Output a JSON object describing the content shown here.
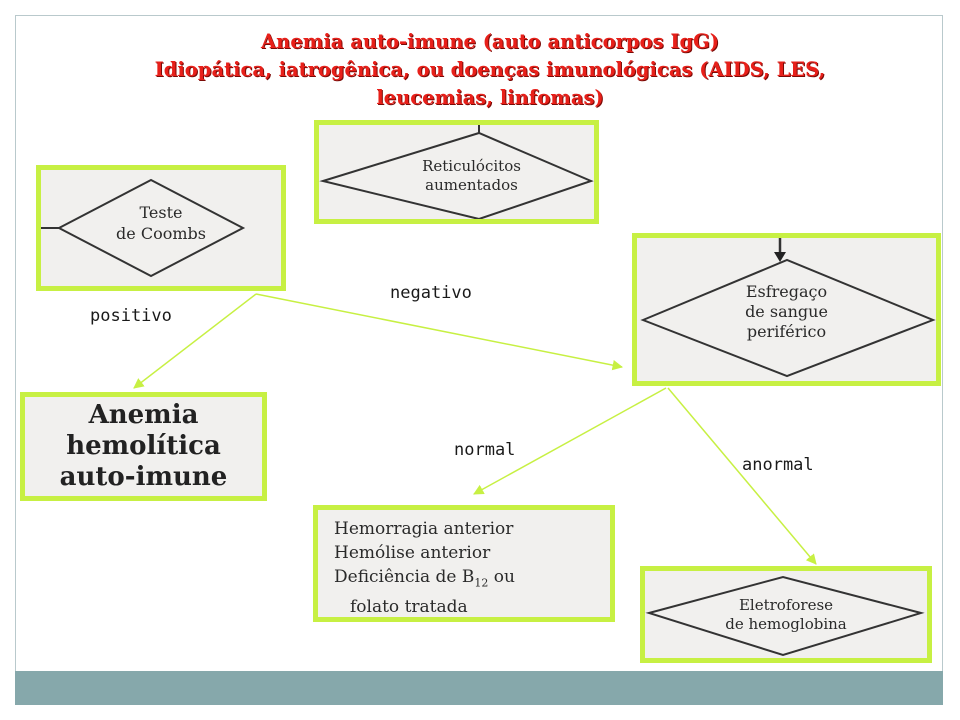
{
  "title": {
    "line1": "Anemia auto-imune (auto anticorpos IgG)",
    "line2": "Idiopática, iatrogênica, ou doenças imunológicas (AIDS, LES,",
    "line3": "leucemias, linfomas)"
  },
  "nodes": {
    "coombs": {
      "line1": "Teste",
      "line2": "de Coombs"
    },
    "reticulocitos": {
      "line1": "Reticulócitos",
      "line2": "aumentados"
    },
    "esfregaco": {
      "line1": "Esfregaço",
      "line2": "de sangue",
      "line3": "periférico"
    },
    "anemia": {
      "line1": "Anemia",
      "line2": "hemolítica",
      "line3": "auto-imune"
    },
    "hemorragia": {
      "line1": "Hemorragia anterior",
      "line2": "Hemólise anterior",
      "line3": "Deficiência de B",
      "subscript": "12",
      "line3_end": " ou",
      "line4": "folato tratada"
    },
    "eletroforese": {
      "line1": "Eletroforese",
      "line2": "de hemoglobina"
    }
  },
  "edges": {
    "positivo": "positivo",
    "negativo": "negativo",
    "normal": "normal",
    "anormal": "anormal"
  },
  "colors": {
    "title": "#e8201a",
    "box_border": "#c7f043",
    "arrow": "#c7f043",
    "footer": "#86a8ab"
  }
}
